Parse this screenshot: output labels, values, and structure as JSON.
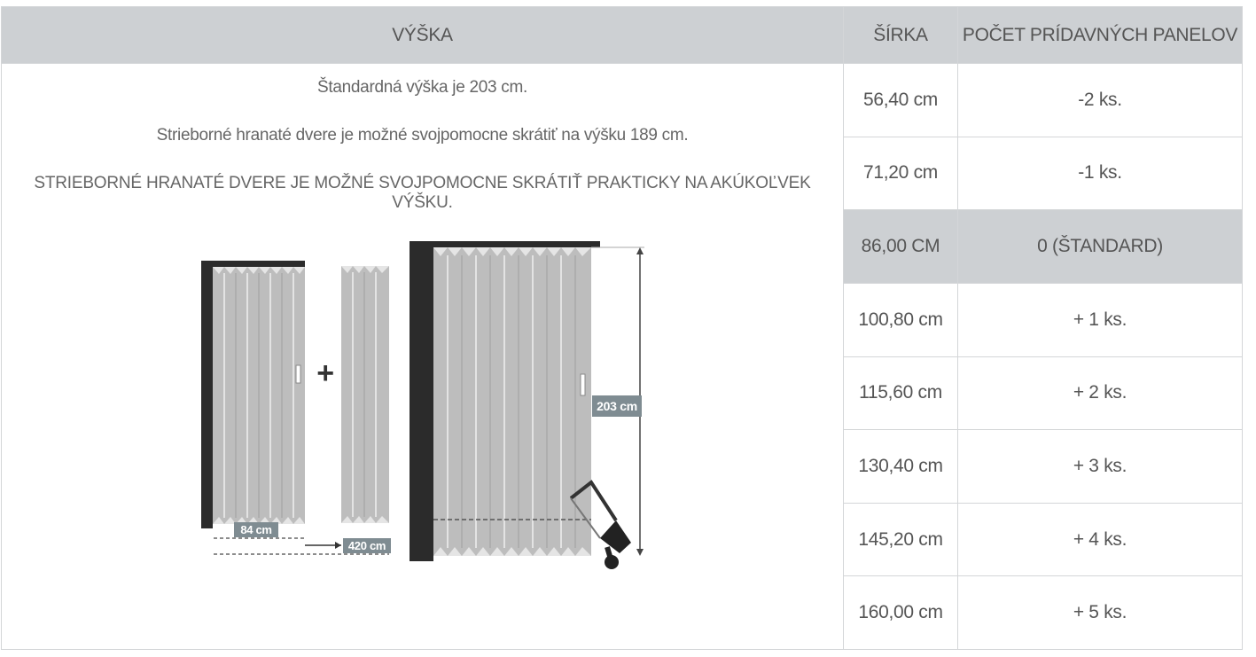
{
  "headers": {
    "height": "VÝŠKA",
    "width": "ŠÍRKA",
    "panels": "POČET PRÍDAVNÝCH PANELOV"
  },
  "description": {
    "line1": "Štandardná výška je 203 cm.",
    "line2": "Strieborné hranaté dvere je možné svojpomocne skrátiť na výšku 189 cm.",
    "line3": "STRIEBORNÉ HRANATÉ DVERE JE MOŽNÉ SVOJPOMOCNE SKRÁTIŤ PRAKTICKY NA AKÚKOĽVEK VÝŠKU."
  },
  "illustration": {
    "label_width": "84 cm",
    "label_panel": "420 cm",
    "label_height": "203 cm",
    "plus": "+",
    "icons": [
      "folding-door-icon",
      "extra-panel-icon",
      "tall-folding-door-icon",
      "hacksaw-icon"
    ]
  },
  "rows": [
    {
      "width": "56,40 cm",
      "panels": "-2 ks."
    },
    {
      "width": "71,20 cm",
      "panels": "-1 ks."
    },
    {
      "width": "86,00 CM",
      "panels": "0 (ŠTANDARD)"
    },
    {
      "width": "100,80 cm",
      "panels": "+ 1 ks."
    },
    {
      "width": "115,60 cm",
      "panels": "+ 2 ks."
    },
    {
      "width": "130,40 cm",
      "panels": "+ 3 ks."
    },
    {
      "width": "145,20 cm",
      "panels": "+ 4 ks."
    },
    {
      "width": "160,00 cm",
      "panels": "+ 5 ks."
    }
  ],
  "colors": {
    "header_bg": "#cdd0d3",
    "highlight_bg": "#cdd0d3",
    "border": "#d4d6d8",
    "text": "#555555",
    "door_frame": "#2b2b2b",
    "door_panel": "#bdbdbd",
    "label_bg": "#7f8c92"
  }
}
